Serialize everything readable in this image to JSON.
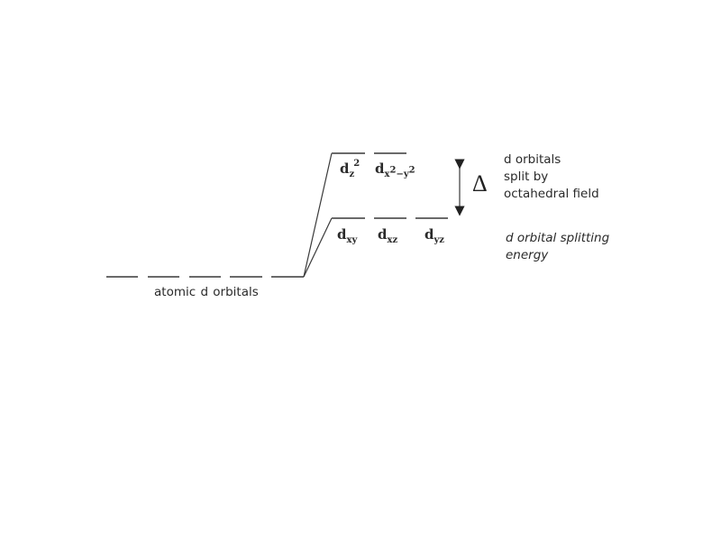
{
  "diagram": {
    "type": "crystal-field-splitting-octahedral",
    "atomic": {
      "label": "atomic  d  orbitals",
      "orbital_count": 5
    },
    "eg_set": {
      "orbitals": [
        {
          "base": "d",
          "sub": "z",
          "sup": "2"
        },
        {
          "base": "d",
          "sub": "x",
          "sup1": "2",
          "mid": "−y",
          "sup2": "2"
        }
      ]
    },
    "t2g_set": {
      "orbitals": [
        {
          "base": "d",
          "sub": "xy"
        },
        {
          "base": "d",
          "sub": "xz"
        },
        {
          "base": "d",
          "sub": "yz"
        }
      ]
    },
    "delta_symbol": "Δ",
    "side_text": {
      "line1": "d  orbitals",
      "line2": "split by",
      "line3": "octahedral field"
    },
    "italic_text": {
      "line1": "d orbital splitting",
      "line2": "energy"
    },
    "colors": {
      "levels": "#6a6a6a",
      "connectors": "#3a3a3a",
      "text": "#2a2a2a"
    }
  }
}
